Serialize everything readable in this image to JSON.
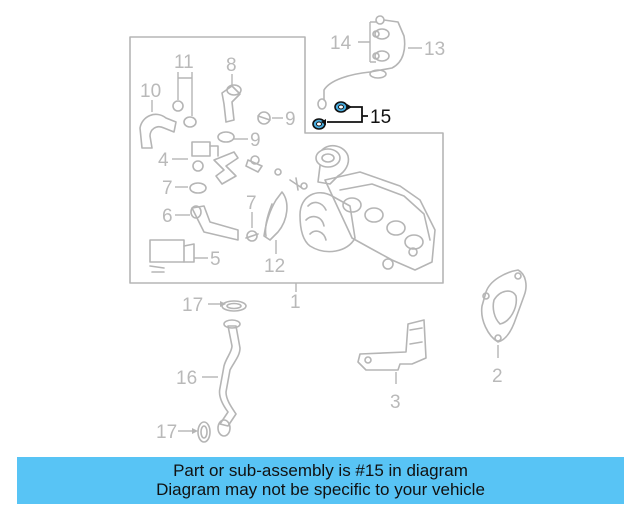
{
  "callouts": {
    "c1": "1",
    "c2": "2",
    "c3": "3",
    "c4": "4",
    "c5": "5",
    "c6": "6",
    "c7a": "7",
    "c7b": "7",
    "c8": "8",
    "c9a": "9",
    "c9b": "9",
    "c10": "10",
    "c11": "11",
    "c12": "12",
    "c13": "13",
    "c14": "14",
    "c15": "15",
    "c16": "16",
    "c17a": "17",
    "c17b": "17"
  },
  "highlighted_part": "15",
  "colors": {
    "banner": "#58c4f5",
    "highlight_part": "#4aaee0",
    "line_art": "#b5b5b5"
  },
  "banner": {
    "line1": "Part or sub-assembly is #15 in diagram",
    "line2": "Diagram may not be specific to your vehicle"
  }
}
